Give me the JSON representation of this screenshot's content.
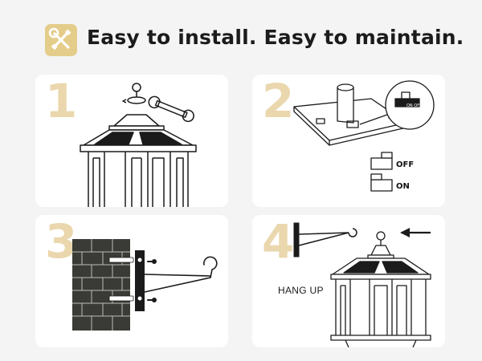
{
  "header": {
    "title": "Easy to install. Easy to maintain.",
    "icon": "wrench-screwdriver-icon",
    "icon_bg": "#e4cc8a"
  },
  "steps": [
    {
      "number": "1",
      "illustration": "lantern-cap-twist-with-wrench"
    },
    {
      "number": "2",
      "illustration": "solar-panel-switch"
    },
    {
      "number": "3",
      "illustration": "bracket-on-brick-wall"
    },
    {
      "number": "4",
      "illustration": "lantern-hang-on-hook",
      "caption": "HANG UP"
    }
  ],
  "switch": {
    "off_label": "OFF",
    "on_label": "ON"
  },
  "colors": {
    "step_number": "#ead7ad",
    "panel_bg": "#ffffff",
    "page_bg": "#f4f4f4",
    "brick": "#3a3a36"
  }
}
